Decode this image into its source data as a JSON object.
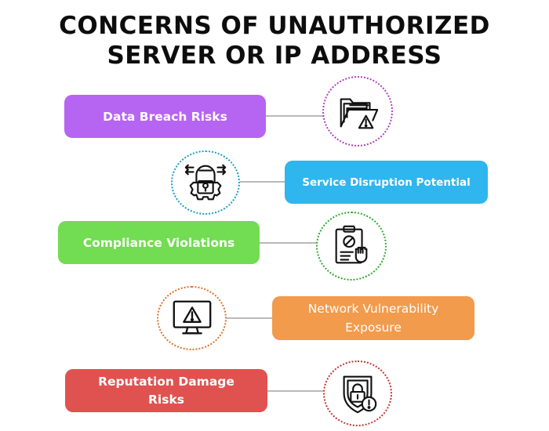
{
  "title": {
    "line1": "CONCERNS OF UNAUTHORIZED",
    "line2": "SERVER OR IP ADDRESS"
  },
  "items": [
    {
      "label": "Data Breach Risks",
      "color": "#b664f2",
      "ring_color": "#b43fbf",
      "icon": "folder-warning-icon"
    },
    {
      "label": "Service Disruption Potential",
      "color": "#2fb6ee",
      "ring_color": "#1f9cc9",
      "icon": "gear-lock-icon"
    },
    {
      "label": "Compliance Violations",
      "color": "#72dc52",
      "ring_color": "#2eaa2e",
      "icon": "clipboard-fist-icon"
    },
    {
      "label": "Network Vulnerability\nExposure",
      "color": "#f29b4c",
      "ring_color": "#e0722a",
      "icon": "monitor-warning-icon"
    },
    {
      "label": "Reputation Damage\nRisks",
      "color": "#e0524f",
      "ring_color": "#c93232",
      "icon": "shield-alert-icon"
    }
  ]
}
